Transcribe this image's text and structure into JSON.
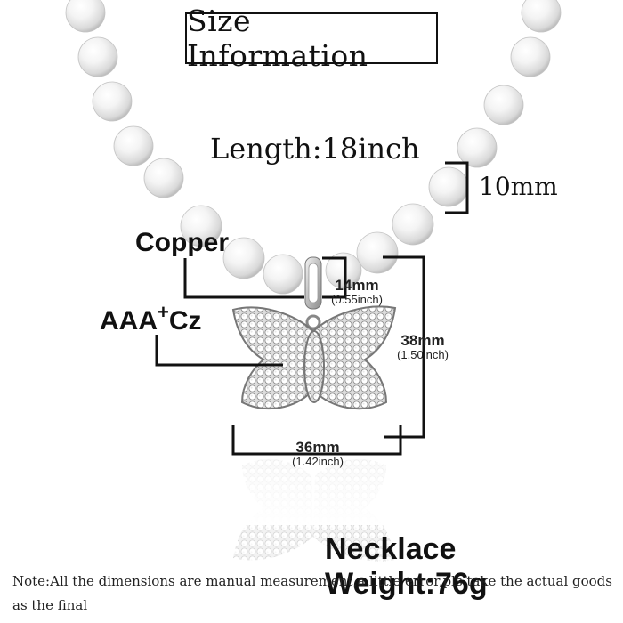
{
  "title": "Size Information",
  "length_label": "Length:18inch",
  "bead_size": "10mm",
  "material_label": "Copper",
  "stone_label": {
    "prefix": "AAA",
    "sup": "+",
    "suffix": "Cz"
  },
  "dimensions": {
    "bail": {
      "mm": "14mm",
      "inch": "(0.55inch)"
    },
    "height": {
      "mm": "38mm",
      "inch": "(1.50inch)"
    },
    "width": {
      "mm": "36mm",
      "inch": "(1.42inch)"
    }
  },
  "weight_label": "Necklace Weight:76g",
  "note": "Note:All the dimensions are manual measurement,a little error,pls take the actual goods as the final",
  "colors": {
    "background": "#ffffff",
    "text": "#111111",
    "pearl": "#f2f2f2",
    "metal": "#c9c9c9"
  },
  "icons": [
    "pearl-bead",
    "butterfly-pendant",
    "pendant-bail"
  ]
}
